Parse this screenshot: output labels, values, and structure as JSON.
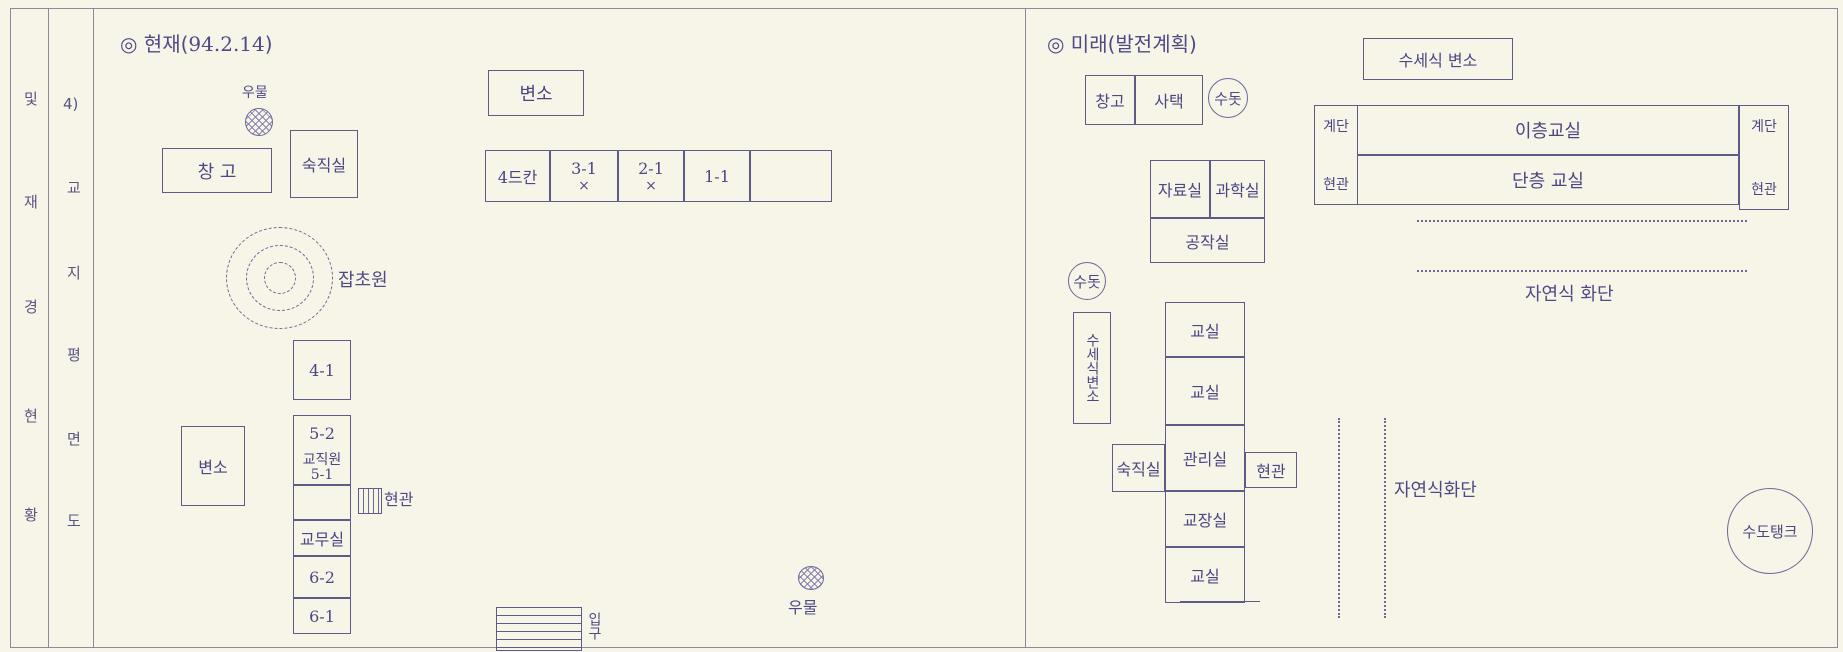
{
  "sidebar": {
    "outer_chars": [
      "및",
      "재",
      "경",
      "현",
      "황"
    ],
    "section_num": "4)",
    "section_chars": [
      "교",
      "지",
      "평",
      "면",
      "도"
    ]
  },
  "current": {
    "title": "◎ 현재(",
    "title_date": "94.2.14",
    "title_close": ")",
    "well_top": "우물",
    "storage": "창  고",
    "dorm": "숙직실",
    "toilet_top": "변소",
    "row_classrooms": [
      "4드칸",
      "3-1",
      "2-1",
      "1-1",
      ""
    ],
    "marks": [
      "×",
      "×"
    ],
    "garden": "잡초원",
    "column_rooms": [
      "4-1",
      "5-2",
      "교직원\n5-1",
      "",
      "교무실",
      "6-2",
      "6-1"
    ],
    "toilet_left": "변소",
    "entrance": "현관",
    "well_bottom": "우물",
    "gate": "입구"
  },
  "future": {
    "title": "◎ 미래(발전계획)",
    "flush_toilet_top": "수세식 변소",
    "storage": "창고",
    "dorm": "사택",
    "water_top": "수돗",
    "stairs_left": "계단",
    "stairs_right": "계단",
    "two_story": "이층교실",
    "entrance_left": "현관",
    "entrance_right": "현관",
    "one_story": "단층 교실",
    "science": "자료실",
    "teachers": "과학실",
    "workshop": "공작실",
    "water_left": "수돗",
    "flush_toilet_side": "수세식변소",
    "night_duty": "숙직실",
    "nature_garden": "자연식 화단",
    "column_rooms": [
      "교실",
      "교실",
      "관리실",
      "교장실",
      "교실"
    ],
    "entrance": "현관",
    "flower_bed": "자연식화단",
    "water_tank": "수도탱크"
  }
}
